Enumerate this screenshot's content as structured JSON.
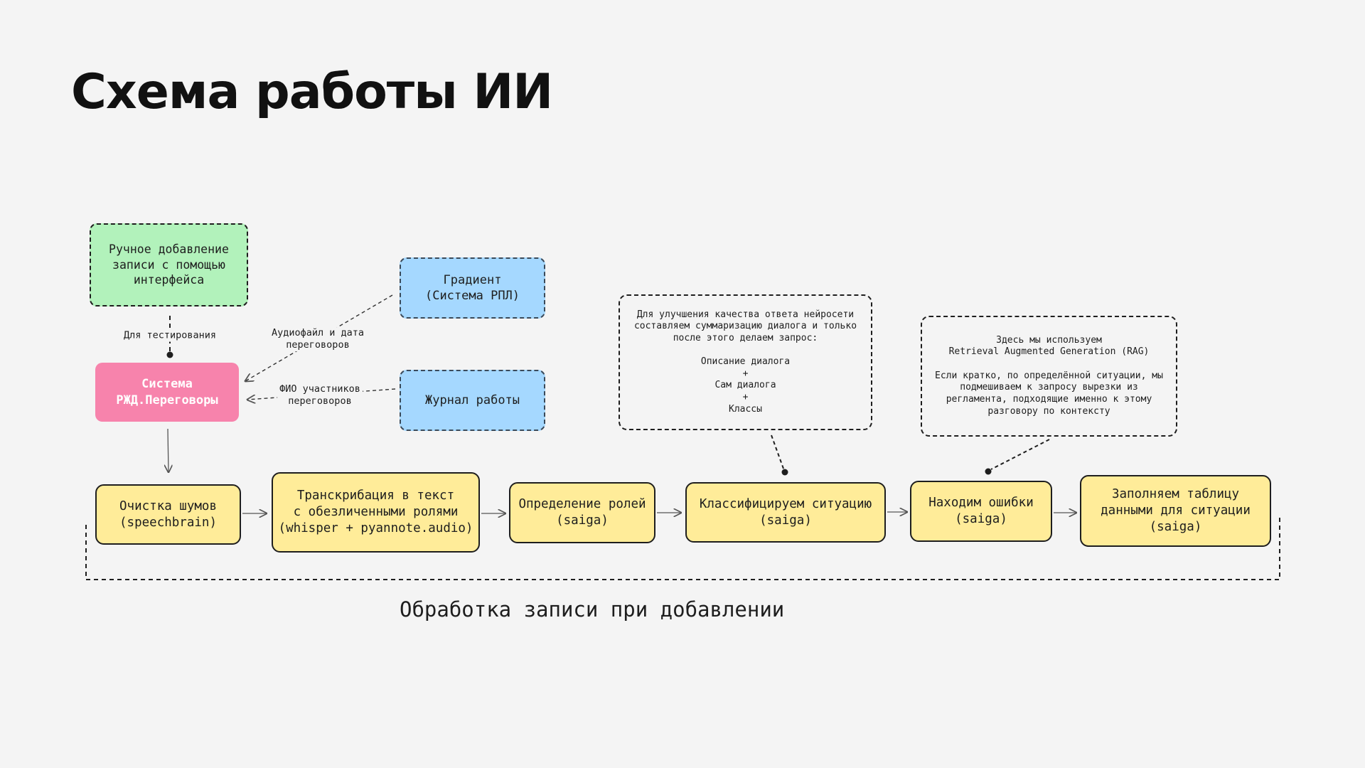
{
  "title": "Схема работы ИИ",
  "colors": {
    "background": "#f4f4f4",
    "manual_add": "#b2f2bb",
    "external_source": "#a5d8ff",
    "system": "#f783ac",
    "pipeline_step": "#ffec99",
    "stroke": "#1e1e1e"
  },
  "sources": {
    "manual_add": "Ручное добавление\nзаписи с помощью\nинтерфейса",
    "gradient": "Градиент\n(Система РПЛ)",
    "journal": "Журнал работы"
  },
  "system": "Система\nРЖД.Переговоры",
  "edge_labels": {
    "testing": "Для тестирования",
    "audio": "Аудиофайл и дата\nпереговоров",
    "participants": "ФИО участников\nпереговоров"
  },
  "pipeline": [
    "Очистка шумов\n(speechbrain)",
    "Транскрибация в текст\nс обезличенными ролями\n(whisper + pyannote.audio)",
    "Определение ролей\n(saiga)",
    "Классифицируем ситуацию\n(saiga)",
    "Находим ошибки\n(saiga)",
    "Заполняем таблицу\nданными для ситуации\n(saiga)"
  ],
  "notes": {
    "summarization": "Для улучшения качества ответа нейросети\nсоставляем суммаризацию диалога и только\nпосле этого делаем запрос:\n\nОписание диалога\n+\nСам диалога\n+\nКлассы",
    "rag": "Здесь мы используем\nRetrieval Augmented Generation (RAG)\n\nЕсли кратко, по определённой ситуации, мы\nподмешиваем к запросу вырезки из\nрегламента, подходящие именно к этому\nразговору по контексту"
  },
  "caption": "Обработка записи при добавлении"
}
